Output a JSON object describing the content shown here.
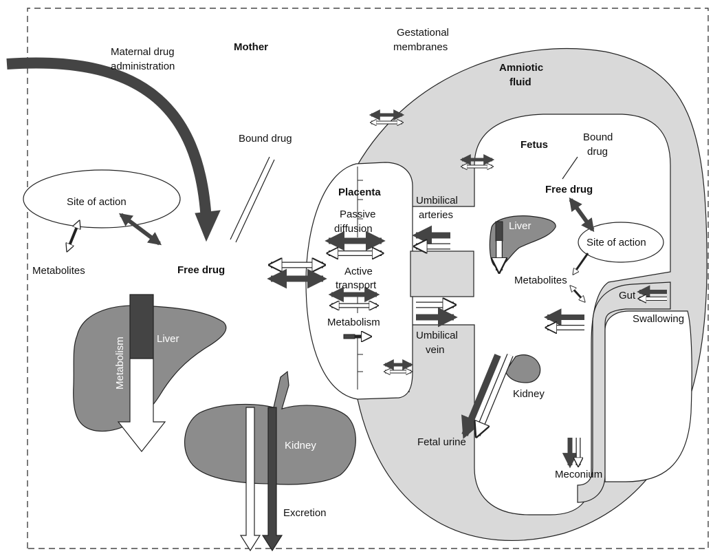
{
  "colors": {
    "fluid": "#d9d9d9",
    "organ": "#8c8c8c",
    "dark": "#444444",
    "outline": "#222222",
    "light": "#ffffff"
  },
  "labels": {
    "maternal_drug_administration": [
      "Maternal drug",
      "administration"
    ],
    "mother": "Mother",
    "gestational_membranes": [
      "Gestational",
      "membranes"
    ],
    "amniotic_fluid": [
      "Amniotic",
      "fluid"
    ],
    "bound_drug_mother": "Bound drug",
    "site_of_action_mother": "Site of action",
    "metabolites_mother": "Metabolites",
    "free_drug_mother": "Free drug",
    "liver_mother": "Liver",
    "metabolism_mother": "Metabolism",
    "kidney_mother": "Kidney",
    "excretion": "Excretion",
    "placenta": "Placenta",
    "passive_diffusion": [
      "Passive",
      "diffusion"
    ],
    "active_transport": [
      "Active",
      "transport"
    ],
    "metabolism_placenta": "Metabolism",
    "umbilical_arteries": [
      "Umbilical",
      "arteries"
    ],
    "umbilical_vein": [
      "Umbilical",
      "vein"
    ],
    "fetus": "Fetus",
    "bound_drug_fetus": [
      "Bound",
      "drug"
    ],
    "free_drug_fetus": "Free drug",
    "liver_fetus": "Liver",
    "site_of_action_fetus": "Site of action",
    "metabolites_fetus": "Metabolites",
    "gut": "Gut",
    "swallowing": "Swallowing",
    "kidney_fetus": "Kidney",
    "fetal_urine": "Fetal urine",
    "meconium": "Meconium"
  }
}
